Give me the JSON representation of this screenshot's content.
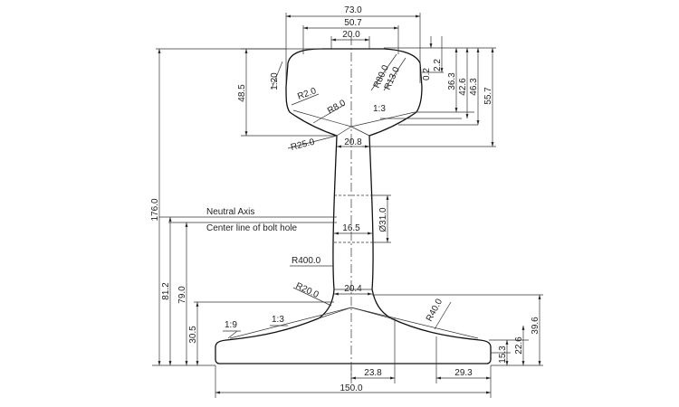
{
  "diagram": {
    "head": {
      "width": "73.0",
      "crown_width": "50.7",
      "top_flat": "20.0",
      "height": "48.5",
      "side_slope": "1:20",
      "corner_radius": "R2.0",
      "underside_radius": "R8.0",
      "crown_radius_outer": "R80.0",
      "crown_radius_inner": "R13.0",
      "underside_slope": "1:3"
    },
    "right_dims": [
      "0.2",
      "2.2",
      "36.3",
      "42.6",
      "46.3",
      "55.7"
    ],
    "web": {
      "fillet_top": "R25.0",
      "thickness_top": "20.8",
      "thickness_mid": "16.5",
      "bolt_hole": "Ø31.0",
      "web_radius": "R400.0",
      "fillet_bottom": "R20.0",
      "thickness_bottom": "20.4"
    },
    "labels": {
      "neutral_axis": "Neutral Axis",
      "bolt_line": "Center line of bolt hole"
    },
    "left_dims": {
      "total_height": "176.0",
      "neutral_axis_height": "81.2",
      "bolt_height": "79.0",
      "foot_height": "30.5"
    },
    "foot": {
      "slope_edge": "1:9",
      "slope_upper": "1:3",
      "radius": "R40.0",
      "dim_39_6": "39.6",
      "dim_22_6": "22.6",
      "dim_15_3": "15.3",
      "dim_23_8": "23.8",
      "dim_29_3": "29.3",
      "base_width": "150.0"
    }
  }
}
